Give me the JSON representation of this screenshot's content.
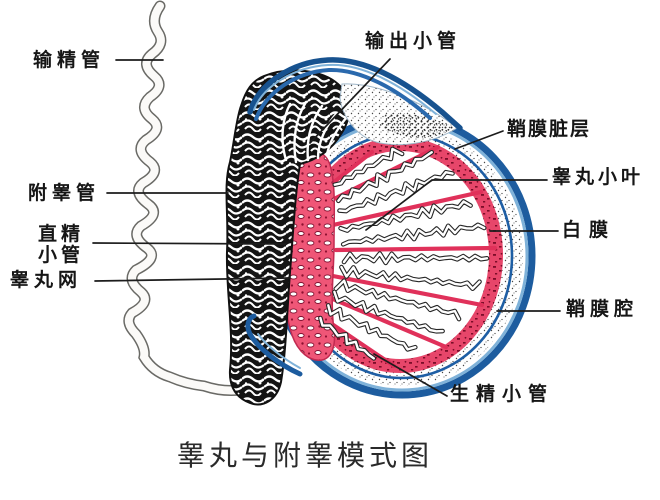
{
  "diagram": {
    "title": "睾丸与附睾模式图",
    "labels": {
      "vas_deferens": "输精管",
      "efferent_ductules": "输出小管",
      "epididymal_duct": "附睾管",
      "straight_tubules_line1": "直精",
      "straight_tubules_line2": "小管",
      "rete_testis": "睾丸网",
      "visceral_tunica_vaginalis": "鞘膜脏层",
      "testicular_lobule": "睾丸小叶",
      "tunica_albuginea": "白膜",
      "tunica_vaginalis_cavity": "鞘膜腔",
      "seminiferous_tubules": "生精小管"
    },
    "colors": {
      "outline_blue": "#1d5c9f",
      "light_blue": "#7fb2d9",
      "albuginea_red": "#e7466a",
      "septum_red": "#e0315a",
      "speckle_dark_red": "#7c0c28",
      "rete_pink": "#ef5677",
      "ink": "#161616"
    }
  }
}
